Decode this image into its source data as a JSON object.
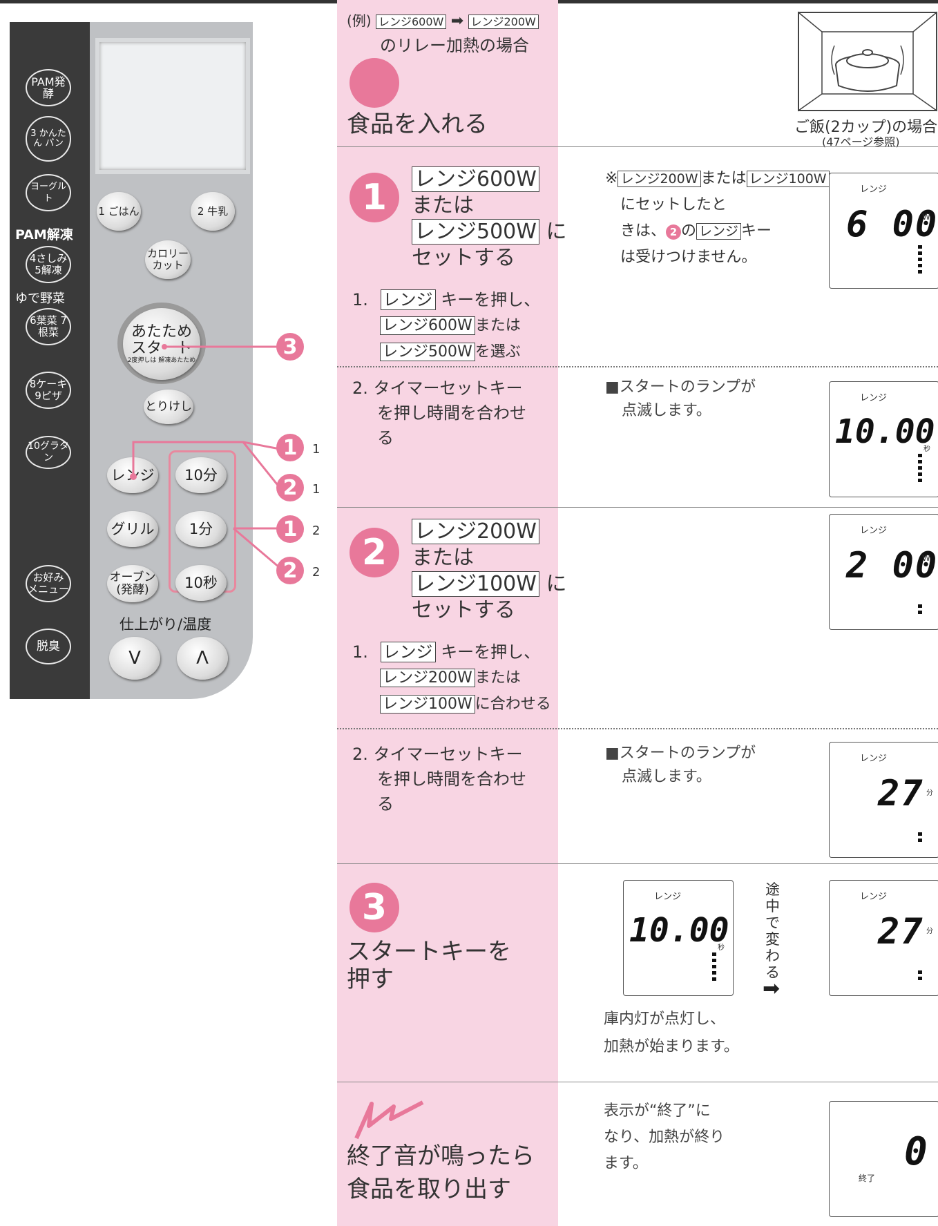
{
  "panel": {
    "side_buttons": [
      {
        "label": "PAM発酵"
      },
      {
        "label": "3 かんたん パン"
      },
      {
        "label": "ヨーグルト"
      },
      {
        "label": "4さしみ 5解凍"
      },
      {
        "label": "6葉菜 7根菜"
      },
      {
        "label": "8ケーキ 9ピザ"
      },
      {
        "label": "10グラタン"
      },
      {
        "label": "お好み メニュー"
      },
      {
        "label": "脱臭"
      }
    ],
    "pam_thaw_label": "PAM解凍",
    "boiled_veg_label": "ゆで野菜",
    "gohan": "1 ごはん",
    "milk": "2 牛乳",
    "calorie": "カロリー カット",
    "start": "あたため スタート",
    "start_note": "2度押しは 解凍あたため",
    "cancel": "とりけし",
    "range": "レンジ",
    "grill": "グリル",
    "oven": "オーブン (発酵)",
    "ten_min": "10分",
    "one_min": "1分",
    "ten_sec": "10秒",
    "finish_temp": "仕上がり/温度",
    "down": "V",
    "up": "Λ",
    "markers": [
      {
        "num": "3",
        "sub": ""
      },
      {
        "num": "1",
        "sub": "1"
      },
      {
        "num": "2",
        "sub": "1"
      },
      {
        "num": "1",
        "sub": "2"
      },
      {
        "num": "2",
        "sub": "2"
      }
    ]
  },
  "intro": {
    "example": "(例)",
    "range_600": "レンジ600W",
    "range_200": "レンジ200W",
    "relay": "のリレー加熱の場合",
    "step_title": "食品を入れる",
    "image_caption": "ご飯(2カップ)の場合",
    "image_ref": "(47ページ参照)"
  },
  "step1": {
    "num": "1",
    "key1": "レンジ600W",
    "or": "または",
    "key2": "レンジ500W",
    "ni": "に",
    "set": "セットする",
    "sub1_num": "1.",
    "sub1_key": "レンジ",
    "sub1_text": "キーを押し、",
    "sub1_opt1": "レンジ600W",
    "sub1_or": "または",
    "sub1_opt2": "レンジ500W",
    "sub1_end": "を選ぶ",
    "note_mark": "※",
    "note_k1": "レンジ200W",
    "note_or": "または",
    "note_k2": "レンジ100W",
    "note_text1": "にセットしたと",
    "note_text2a": "きは、",
    "note_circ": "2",
    "note_text2b": "の",
    "note_k3": "レンジ",
    "note_text2c": "キー",
    "note_text3": "は受けつけません。",
    "sub2_num": "2.",
    "sub2_l1": "タイマーセットキー",
    "sub2_l2": "を押し時間を合わせ",
    "sub2_l3": "る",
    "lamp1": "■スタートのランプが",
    "lamp2": "点滅します。"
  },
  "step2": {
    "num": "2",
    "key1": "レンジ200W",
    "or": "または",
    "key2": "レンジ100W",
    "ni": "に",
    "set": "セットする",
    "sub1_num": "1.",
    "sub1_key": "レンジ",
    "sub1_text": "キーを押し、",
    "sub1_opt1": "レンジ200W",
    "sub1_or": "または",
    "sub1_opt2": "レンジ100W",
    "sub1_end": "に合わせる",
    "sub2_num": "2.",
    "sub2_l1": "タイマーセットキー",
    "sub2_l2": "を押し時間を合わせ",
    "sub2_l3": "る",
    "lamp1": "■スタートのランプが",
    "lamp2": "点滅します。"
  },
  "step3": {
    "num": "3",
    "title1": "スタートキーを",
    "title2": "押す",
    "changes": "途中で変わる",
    "desc1": "庫内灯が点灯し、",
    "desc2": "加熱が始まります。"
  },
  "end": {
    "title1": "終了音が鳴ったら",
    "title2": "食品を取り出す",
    "desc1": "表示が“終了”に",
    "desc2": "なり、加熱が終り",
    "desc3": "ます。"
  },
  "displays": {
    "range": "レンジ",
    "d600": "6 00",
    "unit_w": "W",
    "d1000": "10.00",
    "unit_min": "分",
    "unit_sec": "秒",
    "d200": "2 00",
    "d2": "2",
    "d7": "7",
    "d0": "0",
    "finish": "終了"
  },
  "colors": {
    "pink_bg": "#f8d5e3",
    "accent_pink": "#e8789a",
    "panel_dark": "#3a3a3a"
  }
}
